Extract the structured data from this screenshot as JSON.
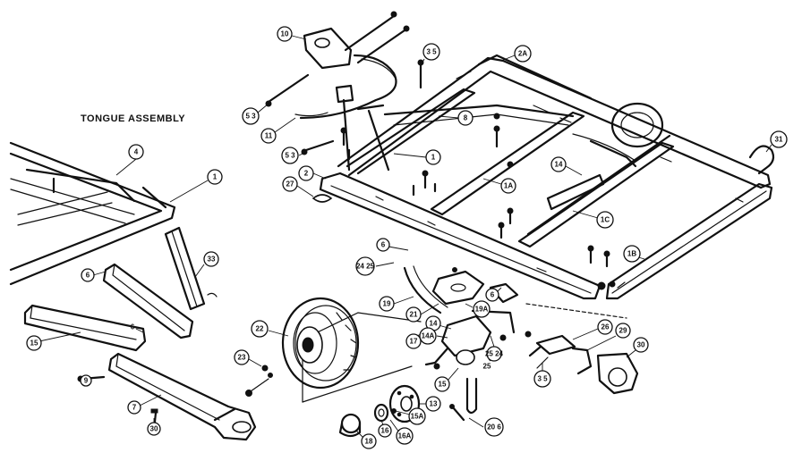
{
  "title": "TONGUE ASSEMBLY",
  "callouts": [
    {
      "id": "c-10",
      "label": "10"
    },
    {
      "id": "c-3-5-top",
      "label": "3 5"
    },
    {
      "id": "c-2a",
      "label": "2A"
    },
    {
      "id": "c-5-3-left",
      "label": "5 3"
    },
    {
      "id": "c-11",
      "label": "11"
    },
    {
      "id": "c-8",
      "label": "8"
    },
    {
      "id": "c-1-frame",
      "label": "1"
    },
    {
      "id": "c-5-3-mid",
      "label": "5 3"
    },
    {
      "id": "c-2",
      "label": "2"
    },
    {
      "id": "c-27",
      "label": "27"
    },
    {
      "id": "c-1a",
      "label": "1A"
    },
    {
      "id": "c-14-right",
      "label": "14"
    },
    {
      "id": "c-1c",
      "label": "1C"
    },
    {
      "id": "c-1b",
      "label": "1B"
    },
    {
      "id": "c-31",
      "label": "31"
    },
    {
      "id": "c-4",
      "label": "4"
    },
    {
      "id": "c-1-tongue",
      "label": "1"
    },
    {
      "id": "c-33",
      "label": "33"
    },
    {
      "id": "c-6-left",
      "label": "6"
    },
    {
      "id": "c-6-tongue",
      "label": "6"
    },
    {
      "id": "c-15",
      "label": "15"
    },
    {
      "id": "c-9",
      "label": "9"
    },
    {
      "id": "c-7",
      "label": "7"
    },
    {
      "id": "c-30-left",
      "label": "30"
    },
    {
      "id": "c-6-top",
      "label": "6"
    },
    {
      "id": "c-24-25",
      "label": "24 25"
    },
    {
      "id": "c-19",
      "label": "19"
    },
    {
      "id": "c-21",
      "label": "21"
    },
    {
      "id": "c-6-bracket",
      "label": "6"
    },
    {
      "id": "c-19a",
      "label": "19A"
    },
    {
      "id": "c-22",
      "label": "22"
    },
    {
      "id": "c-23",
      "label": "23"
    },
    {
      "id": "c-17",
      "label": "17"
    },
    {
      "id": "c-14-mid",
      "label": "14"
    },
    {
      "id": "c-14a",
      "label": "14A"
    },
    {
      "id": "c-25-24",
      "label": "25 24"
    },
    {
      "id": "c-25",
      "label": "25"
    },
    {
      "id": "c-15-hub",
      "label": "15"
    },
    {
      "id": "c-13",
      "label": "13"
    },
    {
      "id": "c-15a",
      "label": "15A"
    },
    {
      "id": "c-16",
      "label": "16"
    },
    {
      "id": "c-16a",
      "label": "16A"
    },
    {
      "id": "c-18",
      "label": "18"
    },
    {
      "id": "c-20-6",
      "label": "20 6"
    },
    {
      "id": "c-26",
      "label": "26"
    },
    {
      "id": "c-29",
      "label": "29"
    },
    {
      "id": "c-30",
      "label": "30"
    },
    {
      "id": "c-3-5-bottom",
      "label": "3 5"
    }
  ]
}
